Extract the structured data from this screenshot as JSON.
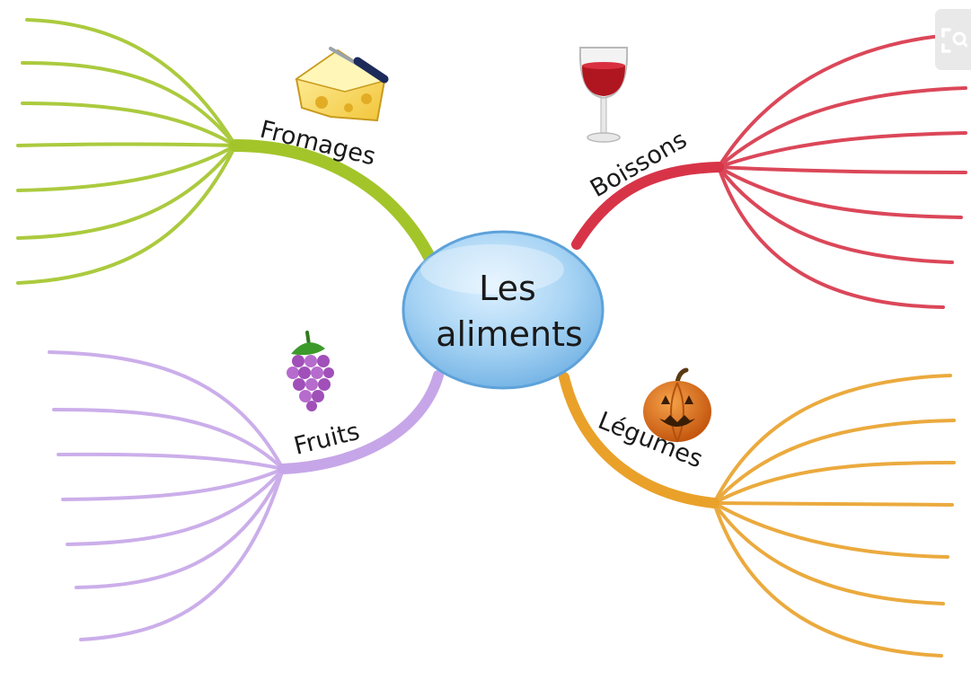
{
  "center": {
    "line1": "Les",
    "line2": "aliments"
  },
  "branches": [
    {
      "id": "fromages",
      "label": "Fromages",
      "color": "#a3c52a",
      "icon": "cheese-icon"
    },
    {
      "id": "boissons",
      "label": "Boissons",
      "color": "#d83448",
      "icon": "wine-glass-icon"
    },
    {
      "id": "fruits",
      "label": "Fruits",
      "color": "#c6a6e8",
      "icon": "grapes-icon"
    },
    {
      "id": "legumes",
      "label": "Légumes",
      "color": "#e9a12a",
      "icon": "pumpkin-icon"
    }
  ],
  "center_color": "#a8d4f4",
  "controls": {
    "expand_icon": "expand-icon"
  }
}
